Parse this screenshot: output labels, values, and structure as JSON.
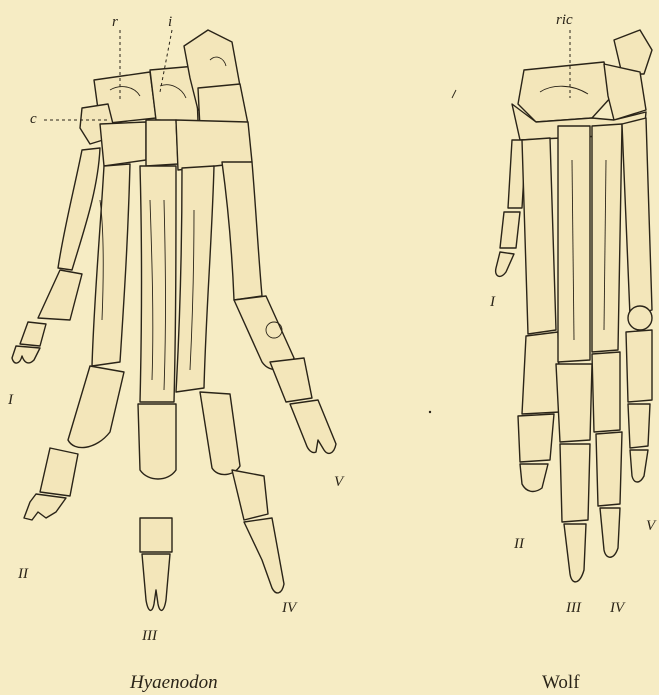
{
  "figure": {
    "left_specimen": {
      "caption": "Hyaenodon",
      "bone_labels": {
        "radiale": "r",
        "intermedium": "i",
        "centrale": "c"
      },
      "digits": [
        "I",
        "II",
        "III",
        "IV",
        "V"
      ]
    },
    "right_specimen": {
      "caption": "Wolf",
      "bone_labels": {
        "fused": "ric"
      },
      "digits": [
        "I",
        "II",
        "III",
        "IV",
        "V"
      ]
    },
    "colors": {
      "paper": "#f6ecc4",
      "ink": "#2a2418",
      "bone": "#f3e6ba"
    }
  }
}
